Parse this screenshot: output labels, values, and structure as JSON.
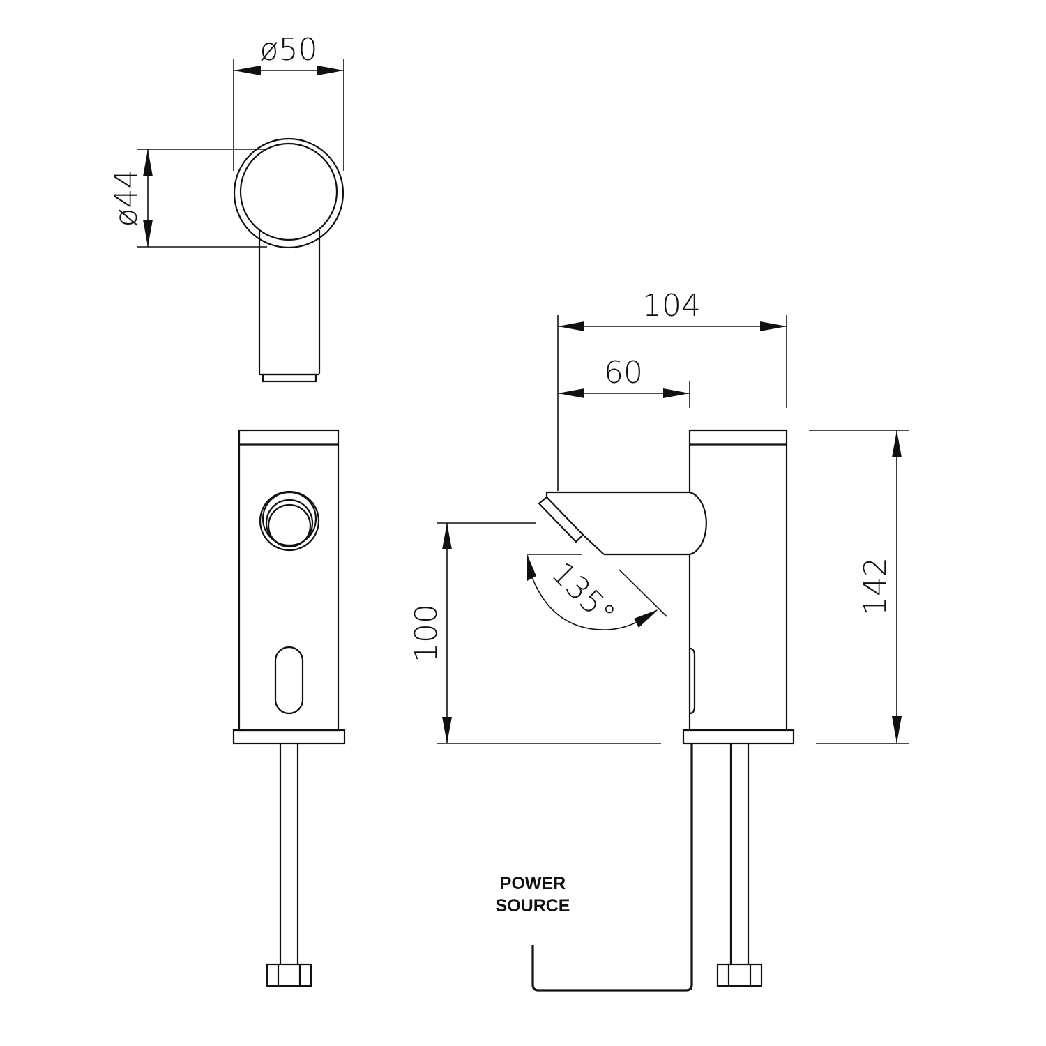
{
  "drawing": {
    "title": "Sensor basin faucet dimension drawing",
    "units": "mm",
    "views": [
      "top-view",
      "front-view",
      "side-view"
    ]
  },
  "dimensions": {
    "spout_diameter": "ø50",
    "body_diameter": "ø44",
    "total_depth": "104",
    "spout_reach": "60",
    "spout_height": "100",
    "total_height": "142",
    "spout_angle": "135°"
  },
  "labels": {
    "power_source_line1": "POWER",
    "power_source_line2": "SOURCE"
  },
  "colors": {
    "line": "#111111",
    "background": "#ffffff"
  }
}
